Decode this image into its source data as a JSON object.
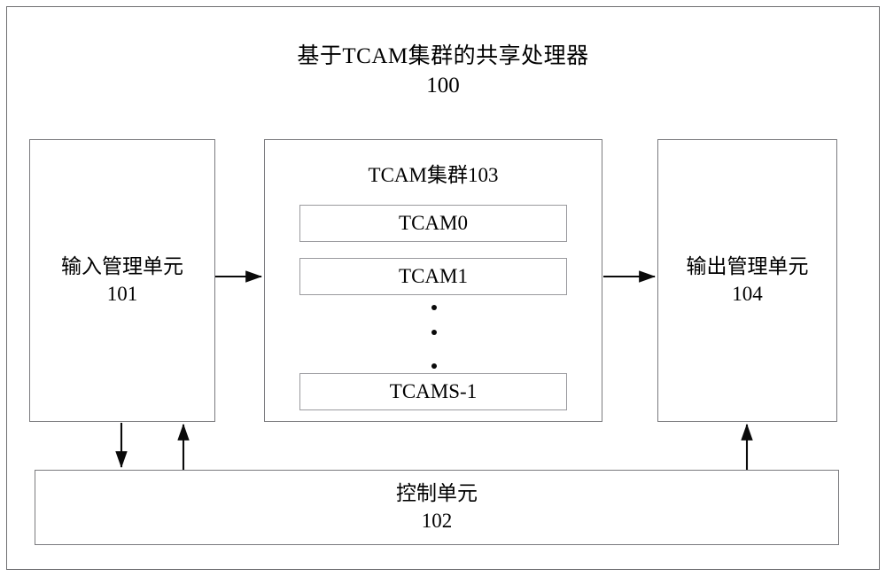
{
  "figure": {
    "title": "基于TCAM集群的共享处理器",
    "title_number": "100"
  },
  "blocks": {
    "input_unit": {
      "label": "输入管理单元",
      "number": "101",
      "name": "input-management-unit"
    },
    "tcam_cluster": {
      "title": "TCAM集群103",
      "items": [
        {
          "label": "TCAM0"
        },
        {
          "label": "TCAM1"
        },
        {
          "label": "TCAMS-1"
        }
      ],
      "ellipsis": "⋮"
    },
    "output_unit": {
      "label": "输出管理单元",
      "number": "104",
      "name": "output-management-unit"
    },
    "control_unit": {
      "label": "控制单元",
      "number": "102",
      "name": "control-unit"
    }
  },
  "connections": [
    {
      "from": "input_unit",
      "to": "tcam_cluster",
      "direction": "right"
    },
    {
      "from": "tcam_cluster",
      "to": "output_unit",
      "direction": "right"
    },
    {
      "from": "input_unit",
      "to": "control_unit",
      "direction": "down"
    },
    {
      "from": "control_unit",
      "to": "input_unit",
      "direction": "up"
    },
    {
      "from": "control_unit",
      "to": "output_unit",
      "direction": "up"
    }
  ],
  "colors": {
    "line": "#6f6f72",
    "arrow": "#0a0a0a",
    "background": "#ffffff",
    "text": "#000000"
  }
}
